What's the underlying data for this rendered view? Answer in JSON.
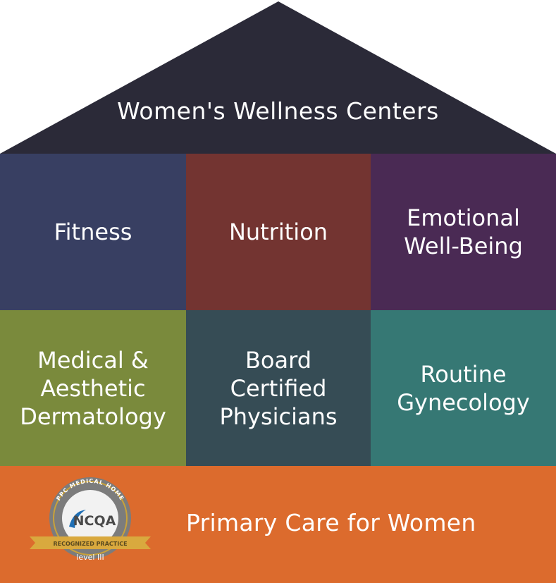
{
  "roof": {
    "title": "Women's Wellness Centers",
    "color": "#2b2a38"
  },
  "rows": [
    [
      {
        "lines": [
          "Fitness"
        ],
        "color": "#383f62"
      },
      {
        "lines": [
          "Nutrition"
        ],
        "color": "#733431"
      },
      {
        "lines": [
          "Emotional",
          "Well-Being"
        ],
        "color": "#4a2a54"
      }
    ],
    [
      {
        "lines": [
          "Medical &",
          "Aesthetic",
          "Dermatology"
        ],
        "color": "#7a8a3c"
      },
      {
        "lines": [
          "Board",
          "Certified",
          "Physicians"
        ],
        "color": "#364c55"
      },
      {
        "lines": [
          "Routine",
          "Gynecology"
        ],
        "color": "#367874"
      }
    ]
  ],
  "base": {
    "title": "Primary Care for Women",
    "color": "#dc6b2d"
  },
  "seal": {
    "arc_text": "PPC MEDICAL HOME",
    "brand": "NCQA",
    "ribbon": "RECOGNIZED PRACTICE",
    "level": "level III"
  }
}
